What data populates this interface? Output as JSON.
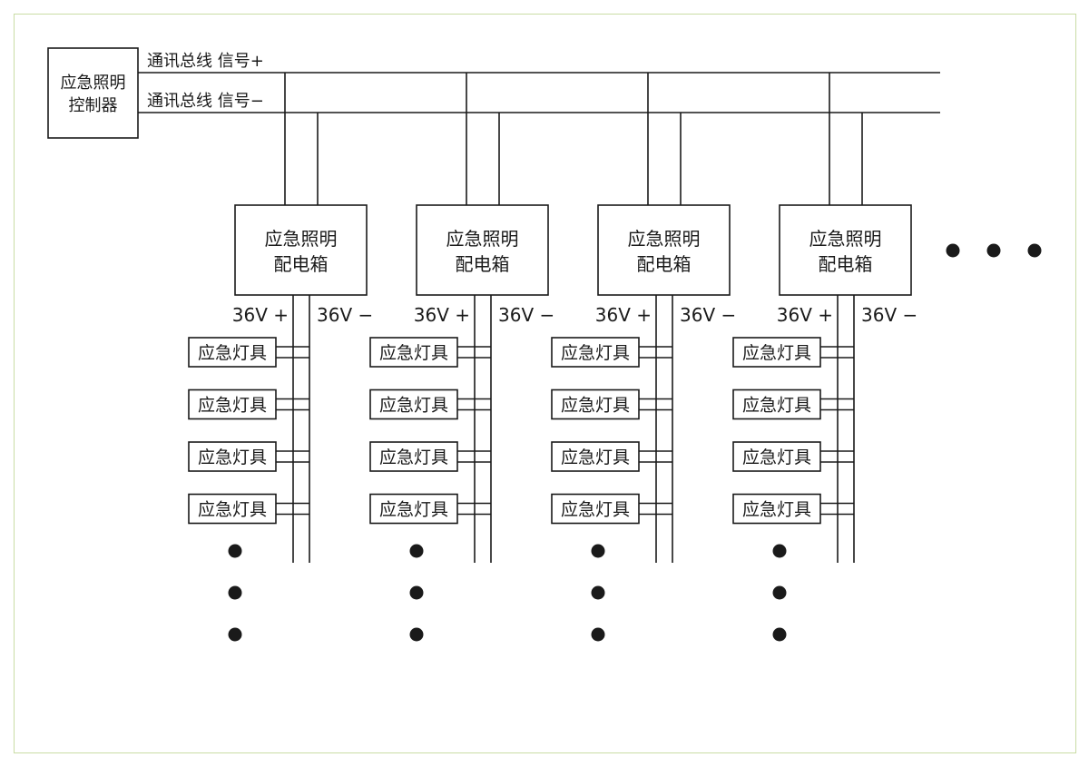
{
  "controller": {
    "line1": "应急照明",
    "line2": "控制器"
  },
  "bus": {
    "plus_label": "通讯总线 信号+",
    "minus_label": "通讯总线 信号−"
  },
  "distribution_box": {
    "line1": "应急照明",
    "line2": "配电箱"
  },
  "output_plus": "36V +",
  "output_minus": "36V −",
  "fixture_label": "应急灯具",
  "distribution_box_count": 4,
  "fixtures_per_box": 4
}
